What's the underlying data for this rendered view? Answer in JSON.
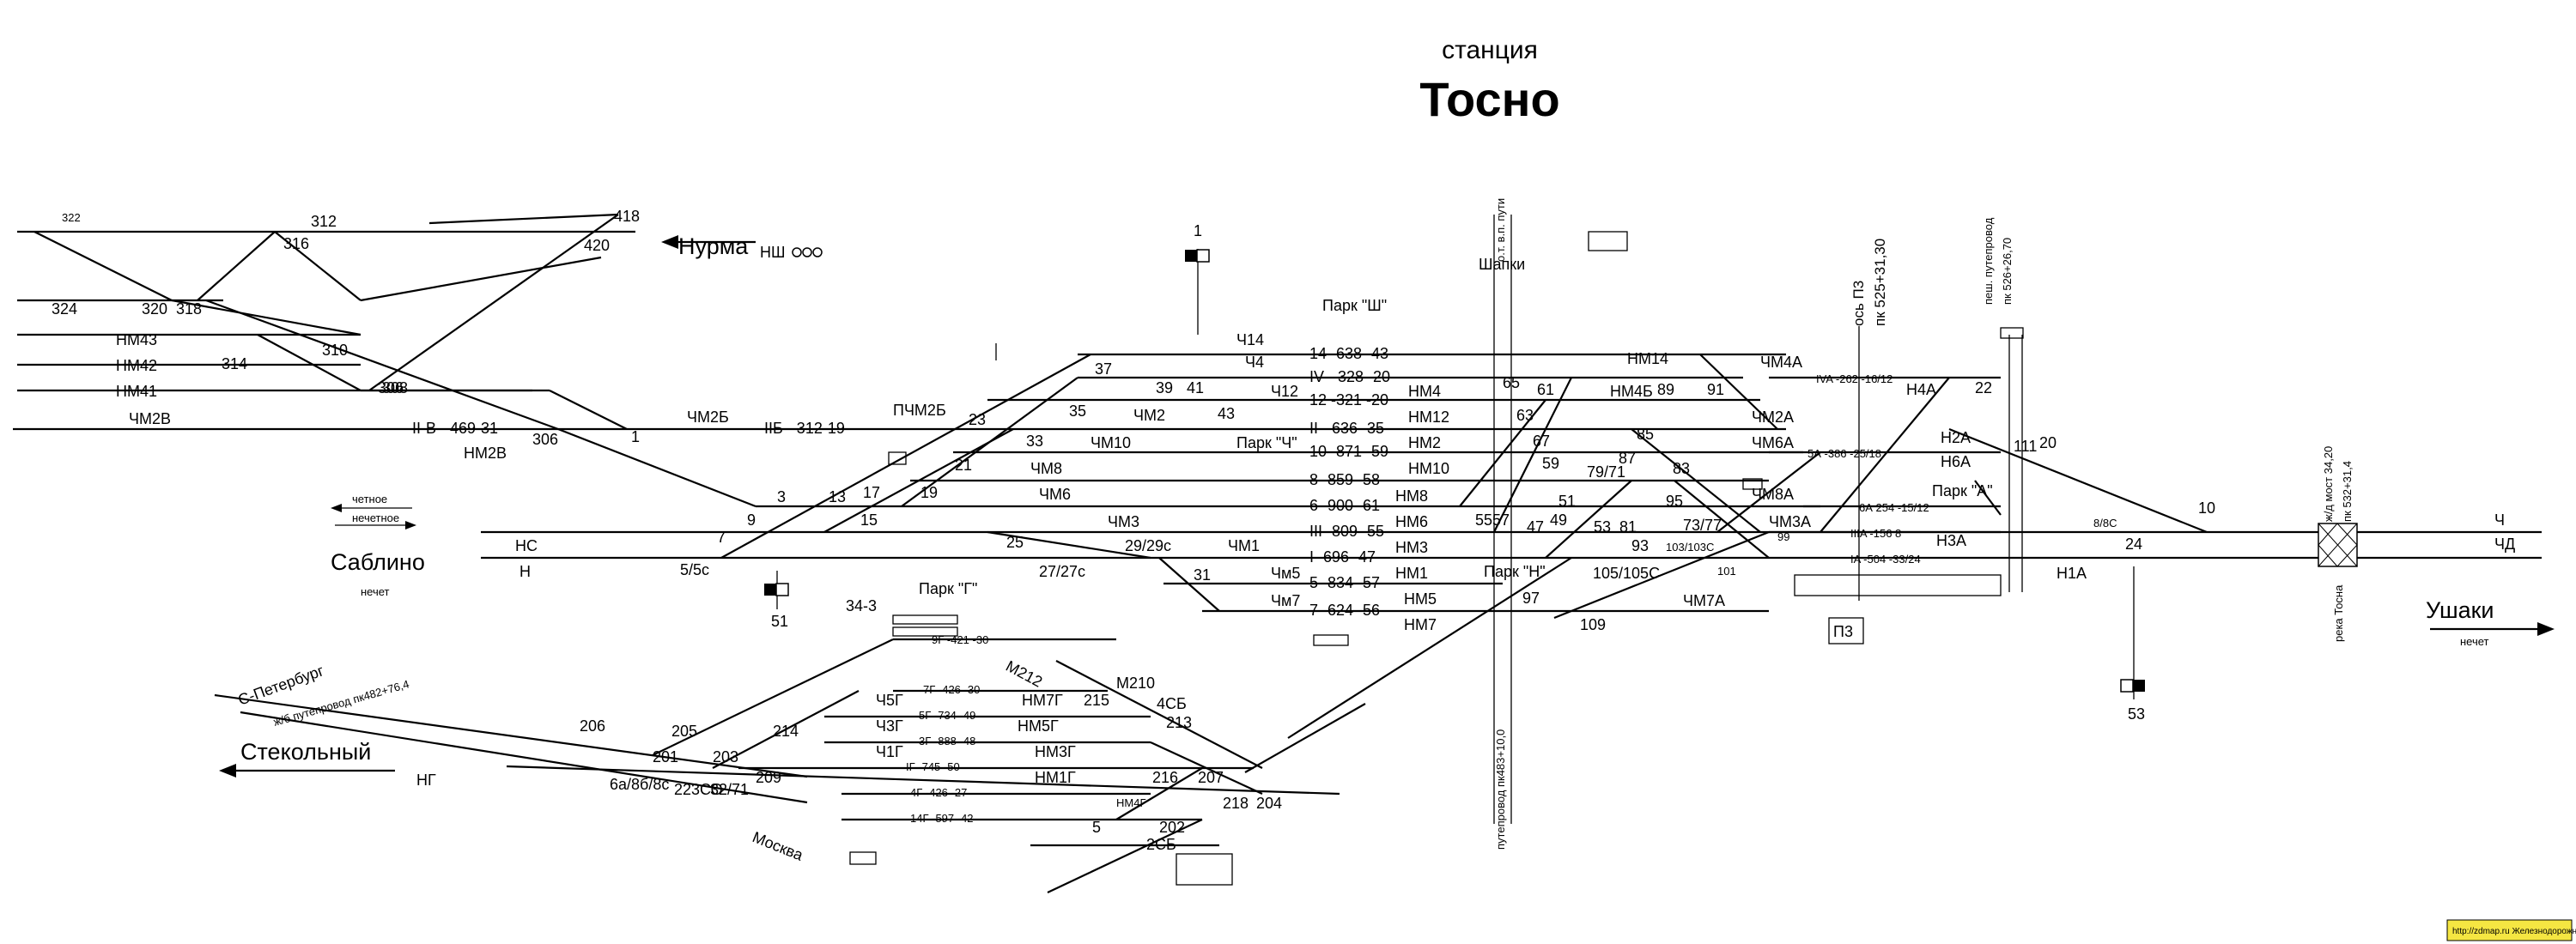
{
  "header": {
    "subtitle": "станция",
    "title": "Тосно"
  },
  "neighbors": {
    "nurma": "Нурма",
    "sablino": "Саблино",
    "stekolny": "Стекольный",
    "ushaki": "Ушаки",
    "chetnoe": "четное",
    "nechetnoe": "нечетное",
    "nechet": "нечет",
    "spb": "С-Петербург",
    "moskva": "Москва",
    "spb_overpass": "ж/б путепровод пк482+76,4"
  },
  "parks": {
    "sh": "Парк \"Ш\"",
    "ch": "Парк \"Ч\"",
    "g": "Парк \"Г\"",
    "n": "Парк \"Н\"",
    "a": "Парк \"А\""
  },
  "vertical_labels": {
    "shapki": "Шапки",
    "ot_vpn": "о.т. в.п. пути",
    "os_p3": "ось П3",
    "pk_525": "пк 525+31,30",
    "pass_overpass": "пеш. путепровод",
    "pk_526": "пк 526+26,70",
    "putepr": "путепровод пк483+10,0",
    "reka": "река Тосна",
    "km": "ж/д мост 34,20",
    "pk_532": "пк 532+31,4"
  },
  "tracks": [
    {
      "label": "14 -638 -43"
    },
    {
      "label": "IV - 328 -20"
    },
    {
      "label": "12 -321 -20"
    },
    {
      "label": "II - 636 -35"
    },
    {
      "label": "10 -871 -59"
    },
    {
      "label": "8 -859 -58"
    },
    {
      "label": "6 -900 -61"
    },
    {
      "label": "III -809 -55"
    },
    {
      "label": "I -696 -47"
    },
    {
      "label": "5 -834 -57"
    },
    {
      "label": "7 -624 -56"
    }
  ],
  "right_tracks": [
    "IVA -262 -16/12",
    "5А -386 -25/18",
    "6А 254 -15/12",
    "IIIA -156 8",
    "IA -504 -33/24"
  ],
  "g_tracks": [
    "9Г -421 -30",
    "7Г -426 -30",
    "5Г -734 -49",
    "3Г -888 -48",
    "IГ -745 -50",
    "4Г -426 -27",
    "14Г -597 -42"
  ],
  "left_tracks": [
    "II-В - 469-31",
    "IIБ - 312-19"
  ],
  "signals": [
    "НШ",
    "Ч14",
    "Ч4",
    "Ч12",
    "ЧМ2Б",
    "ЧМ2В",
    "НМ2В",
    "ПЧМ2Б",
    "ЧМ2",
    "ЧМ10",
    "ЧМ8",
    "ЧМ6",
    "ЧМ3",
    "ЧМ1",
    "Чм5",
    "Чм7",
    "НМ4",
    "НМ12",
    "НМ2",
    "НМ10",
    "НМ8",
    "НМ6",
    "НМ3",
    "НМ1",
    "НМ5",
    "НМ7",
    "НМ14",
    "НМ4Б",
    "ЧМ4А",
    "ЧМ2А",
    "ЧМ6А",
    "ЧМ8А",
    "ЧМ3А",
    "ЧМ7А",
    "Н4А",
    "Н2А",
    "Н6А",
    "Н3А",
    "Н1А",
    "НС",
    "Н",
    "Ч",
    "ЧД",
    "НГ",
    "НМ43",
    "НМ42",
    "НМ41",
    "Ч5Г",
    "Ч3Г",
    "Ч1Г",
    "НМ7Г",
    "НМ5Г",
    "НМ3Г",
    "НМ1Г",
    "НМ4Г",
    "М212",
    "М210",
    "4СБ",
    "2СБ",
    "34-3",
    "П3",
    "1",
    "51",
    "53"
  ],
  "switches": [
    "322",
    "316",
    "312",
    "306",
    "418",
    "420",
    "324",
    "320",
    "318",
    "314",
    "310",
    "308",
    "306",
    "1",
    "3",
    "5/5с",
    "7",
    "9",
    "13",
    "15",
    "17",
    "19",
    "21",
    "23",
    "25",
    "27/27с",
    "29/29с",
    "31",
    "33",
    "35",
    "37",
    "39",
    "41",
    "43",
    "47",
    "49",
    "51",
    "53",
    "55",
    "57",
    "59",
    "61",
    "63",
    "65",
    "67",
    "79/71",
    "73/77",
    "81",
    "83",
    "85",
    "87",
    "89",
    "91",
    "93",
    "95",
    "97",
    "99",
    "101",
    "103/103С",
    "105/105С",
    "109",
    "111",
    "20",
    "22",
    "24",
    "8/8С",
    "10",
    "6а/8б/8с",
    "201",
    "203",
    "205",
    "207",
    "209",
    "213",
    "214",
    "215",
    "216",
    "218",
    "204",
    "202",
    "206",
    "223СО",
    "32/71",
    "5",
    "СО3"
  ],
  "footer": {
    "watermark": "http://zdmap.ru\nЖелезнодорожный путеводитель"
  }
}
